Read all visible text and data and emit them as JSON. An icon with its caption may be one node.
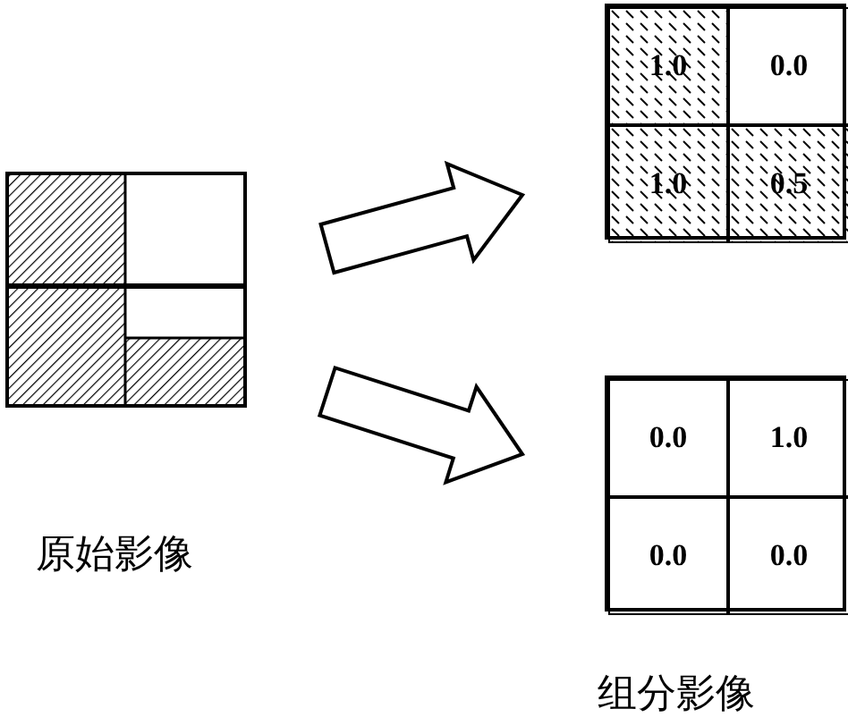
{
  "diagram": {
    "nodes": [
      {
        "text": [],
        "shape": "box",
        "beside": [
          "原始影像"
        ]
      },
      {
        "text": [],
        "shape": "box"
      },
      {
        "text": [
          "1.0"
        ],
        "in": 1
      },
      {
        "text": [
          "0.0"
        ],
        "in": 1
      },
      {
        "text": [
          "1.0"
        ],
        "in": 1
      },
      {
        "text": [
          "0.5"
        ],
        "in": 1
      },
      {
        "text": [],
        "shape": "box",
        "beside": [
          "组分影像"
        ]
      },
      {
        "text": [
          "0.0"
        ],
        "in": 6
      },
      {
        "text": [
          "1.0"
        ],
        "in": 6
      },
      {
        "text": [
          "0.0"
        ],
        "in": 6
      },
      {
        "text": [
          "0.0"
        ],
        "in": 6
      }
    ],
    "edges": [
      {
        "from": 0,
        "to": 1,
        "arrow": "to"
      },
      {
        "from": 0,
        "to": 6,
        "arrow": "to"
      }
    ]
  }
}
